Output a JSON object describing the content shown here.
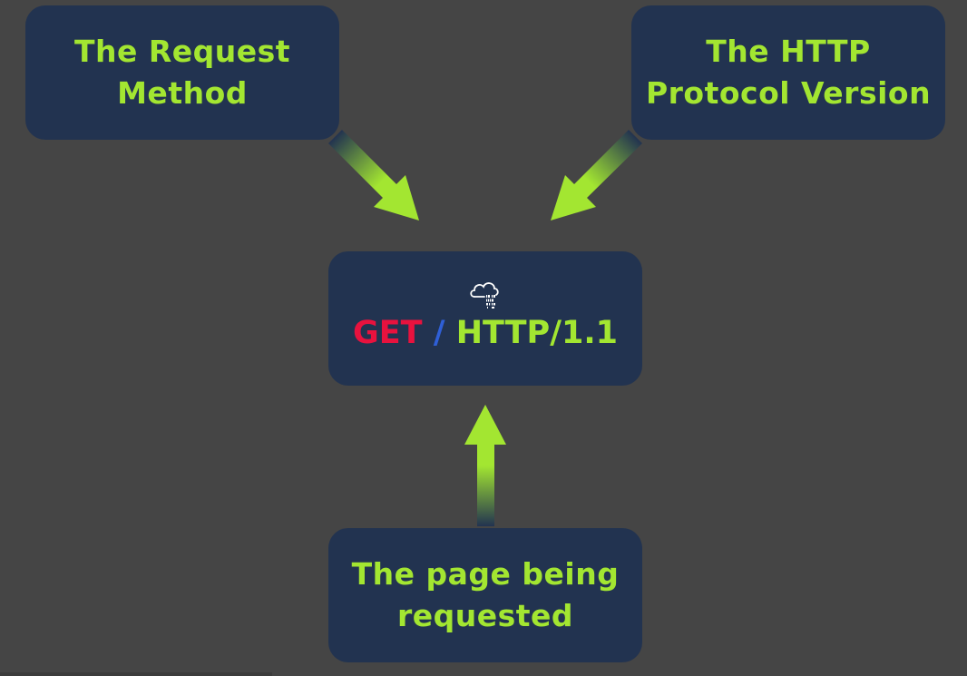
{
  "colors": {
    "background": "#454545",
    "box_fill": "#223350",
    "label_green": "#a3e631",
    "method_red": "#e8123e",
    "path_blue": "#2f5fd6"
  },
  "boxes": {
    "method": {
      "lines": [
        "The Request",
        "Method"
      ]
    },
    "protocol": {
      "lines": [
        "The HTTP",
        "Protocol Version"
      ]
    },
    "page": {
      "lines": [
        "The page being",
        "requested"
      ]
    }
  },
  "request": {
    "icon": "cloud-binary-icon",
    "method": "GET",
    "path": "/",
    "version": "HTTP/1.1"
  }
}
